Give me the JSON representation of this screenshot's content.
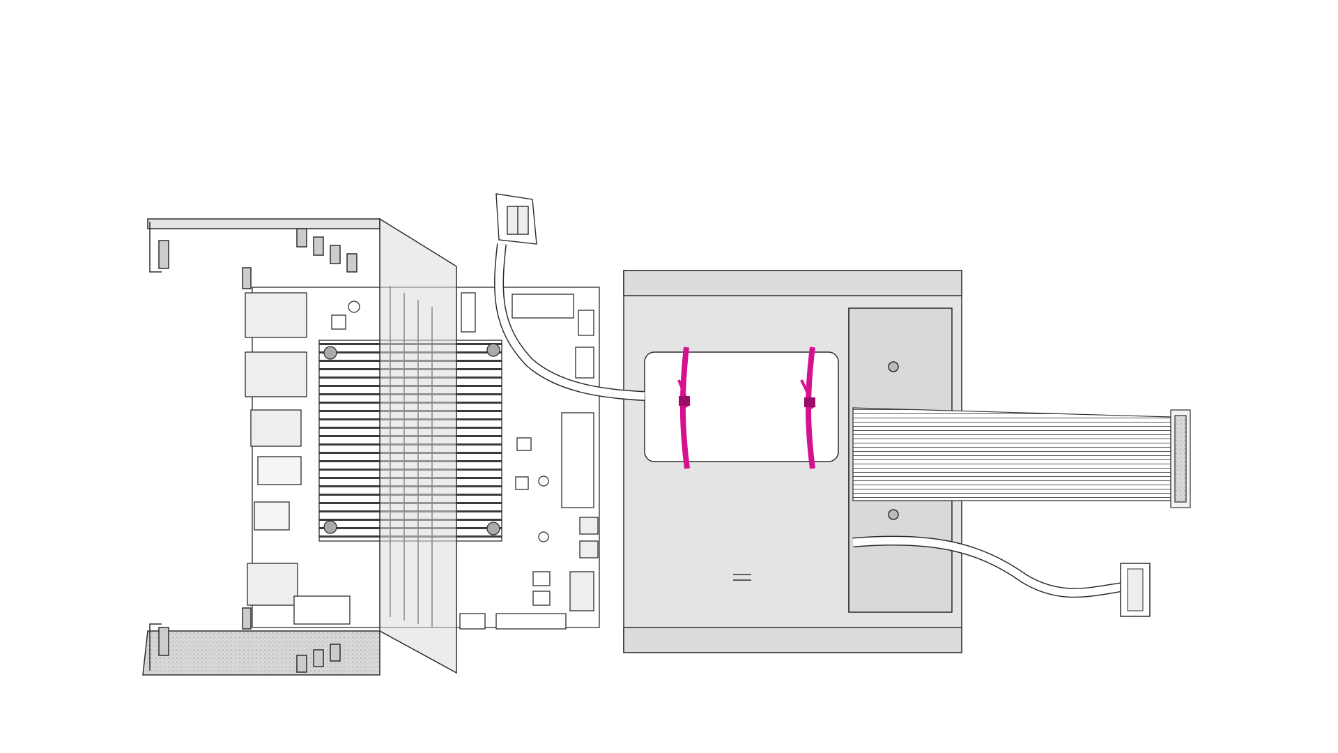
{
  "diagram": {
    "type": "technical-assembly-illustration",
    "accent_colors": {
      "cable_tie": "#d6118f",
      "outline": "#2b2b2b",
      "metal_fill": "#e4e4e4",
      "board_fill": "#ffffff"
    },
    "parts": [
      {
        "name": "single-board-computer",
        "icon": "pcb-board"
      },
      {
        "name": "heatsink",
        "icon": "heatsink-fins"
      },
      {
        "name": "mounting-bracket",
        "icon": "sheet-metal-bracket"
      },
      {
        "name": "tray",
        "icon": "sheet-metal-tray"
      },
      {
        "name": "battery-pack",
        "icon": "cylinder-cell"
      },
      {
        "name": "cable-ties",
        "icon": "cable-tie",
        "count": 2
      },
      {
        "name": "ribbon-cable",
        "icon": "flat-cable"
      },
      {
        "name": "usb-cable",
        "icon": "usb-connector"
      },
      {
        "name": "power-cable-connector",
        "icon": "molex-connector"
      }
    ],
    "labels": []
  }
}
